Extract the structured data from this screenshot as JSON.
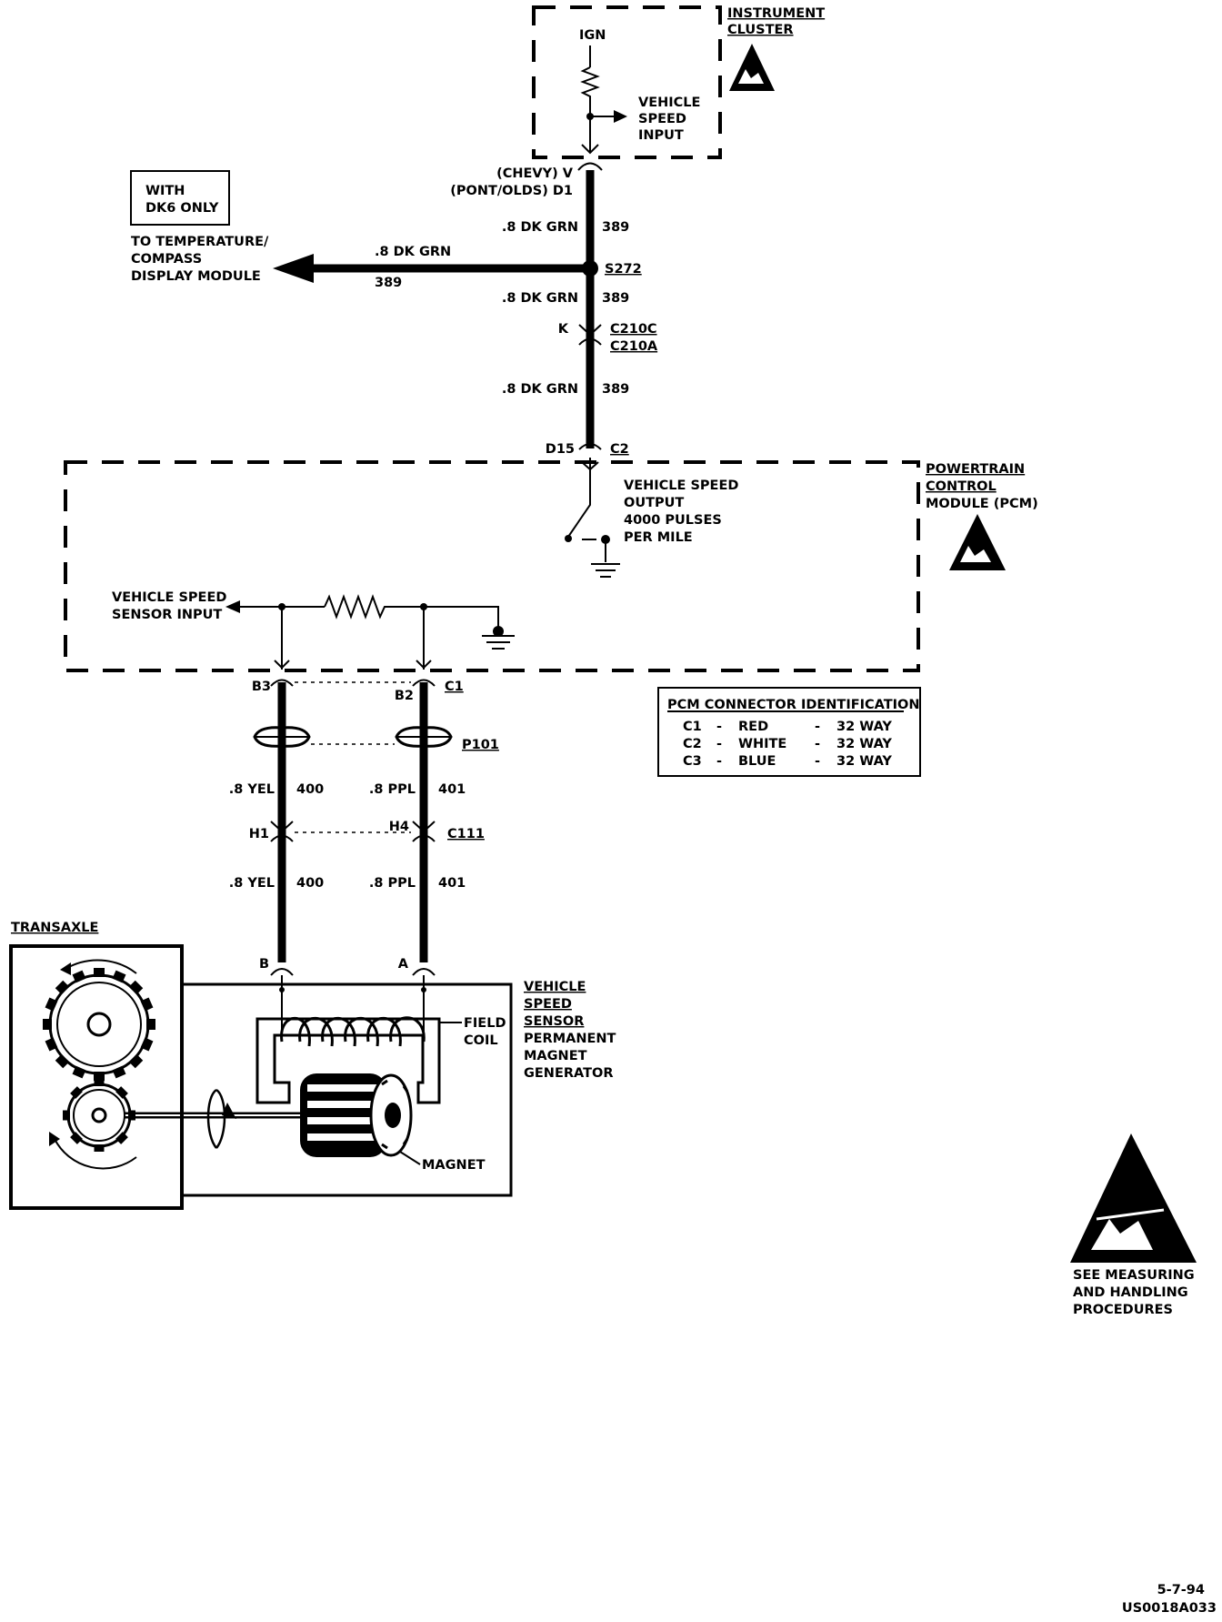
{
  "instrument_cluster": {
    "title_line1": "INSTRUMENT",
    "title_line2": "CLUSTER",
    "ign": "IGN",
    "vsi_line1": "VEHICLE",
    "vsi_line2": "SPEED",
    "vsi_line3": "INPUT"
  },
  "cluster_connector": {
    "line1": "(CHEVY)  V",
    "line2": "(PONT/OLDS)  D1"
  },
  "option_box": {
    "line1": "WITH",
    "line2": "DK6  ONLY"
  },
  "temp_module": {
    "line1": "TO TEMPERATURE/",
    "line2": "COMPASS",
    "line3": "DISPLAY MODULE"
  },
  "wires": {
    "dk_grn": ".8 DK GRN",
    "dk_grn_circuit": "389",
    "yel": ".8 YEL",
    "yel_circuit": "400",
    "ppl": ".8 PPL",
    "ppl_circuit": "401"
  },
  "splice": "S272",
  "c210": {
    "pin": "K",
    "name1": "C210C",
    "name2": "C210A"
  },
  "pcm_connector_top": {
    "pin": "D15",
    "name": "C2"
  },
  "pcm": {
    "title_line1": "POWERTRAIN",
    "title_line2": "CONTROL",
    "title_line3": "MODULE (PCM)",
    "vso_line1": "VEHICLE SPEED",
    "vso_line2": "OUTPUT",
    "vso_line3": "4000 PULSES",
    "vso_line4": "PER MILE",
    "vssi_line1": "VEHICLE SPEED",
    "vssi_line2": "SENSOR INPUT"
  },
  "pcm_bottom_connector": {
    "pin_left": "B3",
    "pin_right": "B2",
    "name": "C1"
  },
  "p101": "P101",
  "c111": {
    "pin_left": "H1",
    "pin_right": "H4",
    "name": "C111"
  },
  "pcm_connector_table": {
    "title": "PCM CONNECTOR IDENTIFICATION",
    "rows": [
      {
        "conn": "C1",
        "sep1": "-",
        "color": "RED",
        "sep2": "-",
        "ways": "32 WAY"
      },
      {
        "conn": "C2",
        "sep1": "-",
        "color": "WHITE",
        "sep2": "-",
        "ways": "32 WAY"
      },
      {
        "conn": "C3",
        "sep1": "-",
        "color": "BLUE",
        "sep2": "-",
        "ways": "32 WAY"
      }
    ]
  },
  "transaxle": "TRANSAXLE",
  "vss": {
    "pin_b": "B",
    "pin_a": "A",
    "title_line1": "VEHICLE",
    "title_line2": "SPEED",
    "title_line3": "SENSOR",
    "desc_line1": "PERMANENT",
    "desc_line2": "MAGNET",
    "desc_line3": "GENERATOR",
    "field_coil_line1": "FIELD",
    "field_coil_line2": "COIL",
    "magnet": "MAGNET"
  },
  "esd_notice": {
    "line1": "SEE MEASURING",
    "line2": "AND HANDLING",
    "line3": "PROCEDURES"
  },
  "footer": {
    "date": "5-7-94",
    "code": "US0018A033"
  }
}
